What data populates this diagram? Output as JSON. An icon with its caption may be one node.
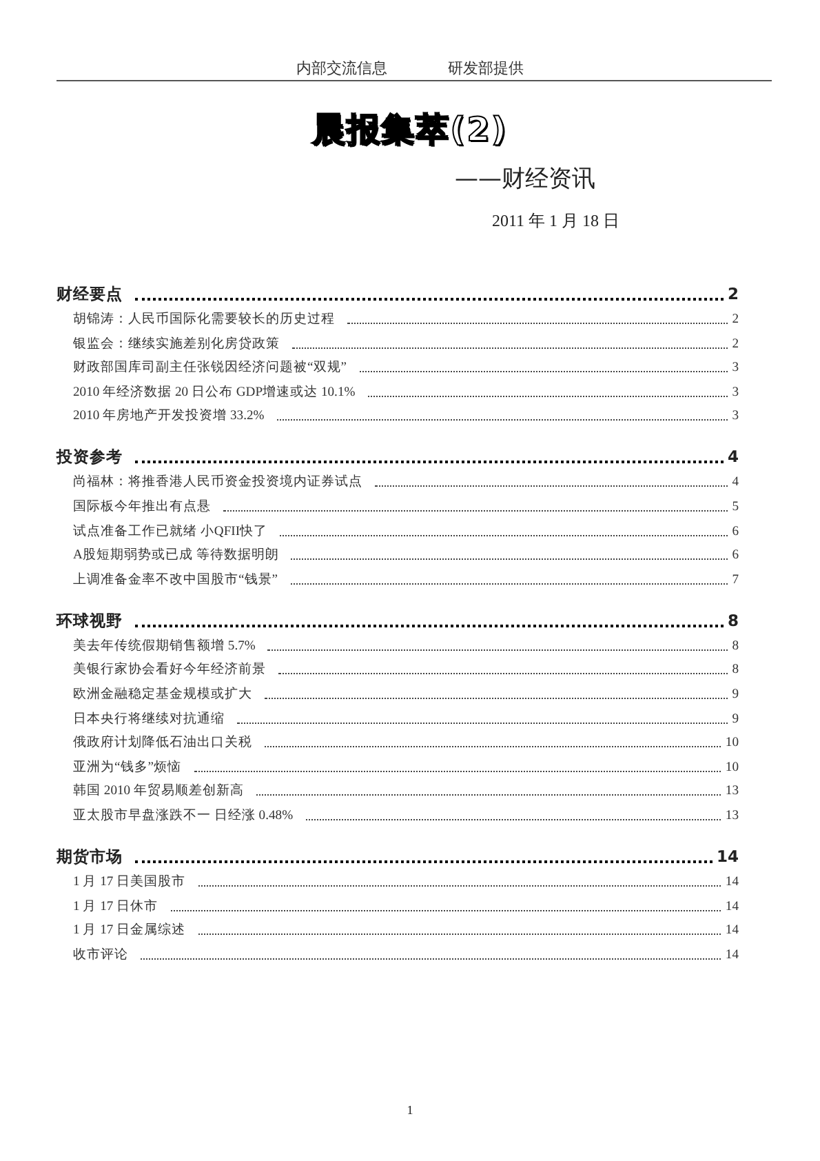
{
  "diagram": {
    "title": "晨报集萃(2)",
    "labels": [
      "内部交流信息",
      "研发部提供",
      "——财经资讯",
      "2011 年 1 月 18 日",
      "财经要点",
      "2",
      "胡锦涛：人民币国际化需要较长的历史过程",
      "2",
      "银监会：继续实施差别化房贷政策",
      "2",
      "财政部国库司副主任张锐因经济问题被“双规”",
      "3",
      "2010 年经济数据 20 日公布 GDP增速或达 10.1%",
      "3",
      "2010 年房地产开发投资增 33.2%",
      "3",
      "投资参考",
      "4",
      "尚福林：将推香港人民币资金投资境内证券试点",
      "4",
      "国际板今年推出有点悬",
      "5",
      "试点准备工作已就绪 小QFII快了",
      "6",
      "A股短期弱势或已成 等待数据明朗",
      "6",
      "上调准备金率不改中国股市“钱景”",
      "7",
      "环球视野",
      "8",
      "美去年传统假期销售额增 5.7%",
      "8",
      "美银行家协会看好今年经济前景",
      "8",
      "欧洲金融稳定基金规模或扩大",
      "9",
      "日本央行将继续对抗通缩",
      "9",
      "俄政府计划降低石油出口关税",
      "10",
      "亚洲为“钱多”烦恼",
      "10",
      "韩国 2010 年贸易顺差创新高",
      "13",
      "亚太股市早盘涨跌不一 日经涨 0.48%",
      "13",
      "期货市场",
      "14",
      "1 月 17 日美国股市",
      "14",
      "1 月 17 日休市",
      "14",
      "1 月 17 日金属综述",
      "14",
      "收市评论",
      "14",
      "1"
    ]
  }
}
